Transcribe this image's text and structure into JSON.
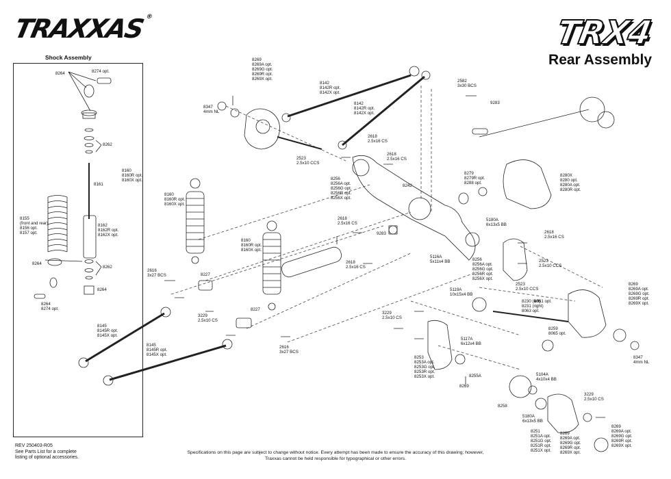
{
  "header": {
    "brand": "TRAXXAS",
    "model_logo": "TRX4",
    "title": "Rear Assembly"
  },
  "shock_assembly": {
    "title": "Shock Assembly"
  },
  "labels": [
    "8264",
    "8274 opt.",
    "8262",
    "8160\n8160R opt.\n8160X opt.",
    "8161",
    "8155\n(front and rear)\n8156 opt.\n8157 opt.",
    "8162\n8162R opt.\n8162X opt.",
    "8264",
    "8262",
    "8264",
    "8264\n8274 opt.",
    "8269\n8269A opt.\n8269G opt.\n8269R opt.\n8269X opt.",
    "8347\n4mm NL",
    "8142\n8142R opt.\n8142X opt.",
    "8142\n8142R opt.\n8142X opt.",
    "2582\n3x30 BCS",
    "9283",
    "2618\n2.5x16 CS",
    "2618\n2.5x16 CS",
    "2523\n2.5x10 CCS",
    "8256\n8256A opt.\n8256G opt.\n8256R opt.\n8256X opt.",
    "8242",
    "8279\n8279R opt.\n8288 opt.",
    "8280X\n8280 opt.\n8280A opt.\n8280R opt.",
    "8160\n8160R opt.\n8160X opt.",
    "2618\n2.5x16 CS",
    "9283",
    "5180A\n6x13x5 BB",
    "2618\n2.5x16 CS",
    "8160\n8160R opt.\n8160X opt.",
    "2616\n3x27 BCS",
    "8227",
    "2618\n2.5x16 CS",
    "5116A\n5x11x4 BB",
    "8256\n8256A opt.\n8256G opt.\n8256R opt.\n8256X opt.",
    "2523\n2.5x10 CCS",
    "2523\n2.5x10 CCS",
    "3229\n2.5x10 CS",
    "8227",
    "5119A\n10x15x4 BB",
    "8230 (left)\n8231 (right)\n8063 opt.",
    "8061 opt.",
    "8269\n8269A opt.\n8269G opt.\n8269R opt.\n8269X opt.",
    "8145\n8145R opt.\n8145X opt.",
    "3229\n2.5x10 CS",
    "5117A\n6x12x4 BB",
    "8259\n8065 opt.",
    "8145\n8145R opt.\n8145X opt.",
    "2616\n3x27 BCS",
    "8253\n8253A opt.\n8253G opt.\n8253R opt.\n8253X opt.",
    "8255A",
    "8269",
    "5104A\n4x10x4 BB",
    "8347\n4mm NL",
    "8258",
    "3229\n2.5x10 CS",
    "5180A\n6x13x5 BB",
    "8251\n8251A opt.\n8251G opt.\n8251R opt.\n8251X opt.",
    "8269\n8269A opt.\n8269G opt.\n8269R opt.\n8269X opt.",
    "8269\n8269A opt.\n8269G opt.\n8269R opt.\n8269X opt."
  ],
  "footer": {
    "revision": "REV 250403-R05\nSee Parts List for a complete\nlisting of optional accessories.",
    "disclaimer": "Specifications on this page are subject to change without notice.  Every attempt has been made to ensure the accuracy of this drawing; however, Traxxas cannot be held responsible for typographical or other errors."
  }
}
